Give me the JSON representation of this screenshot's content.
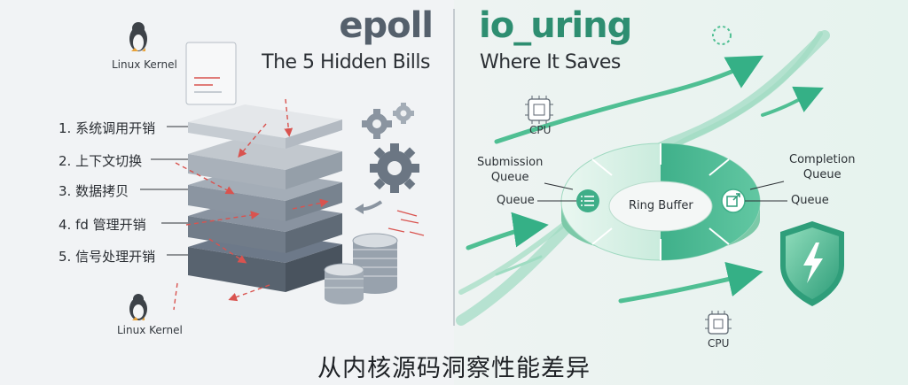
{
  "left_panel": {
    "title": "epoll",
    "subtitle": "The 5 Hidden Bills",
    "kernel_label_top": "Linux Kernel",
    "kernel_label_bottom": "Linux Kernel",
    "bills": [
      "1. 系统调用开销",
      "2. 上下文切换",
      "3. 数据拷贝",
      "4. fd 管理开销",
      "5. 信号处理开销"
    ],
    "icons": [
      "penguin-icon",
      "document-icon",
      "gear-icon",
      "coin-stack-icon",
      "cycle-arrow-icon"
    ]
  },
  "right_panel": {
    "title": "io_uring",
    "subtitle": "Where It Saves",
    "cpu_label_top": "CPU",
    "cpu_label_bottom": "CPU",
    "submission_queue": "Submission\nQueue",
    "completion_queue": "Completion\nQueue",
    "left_queue": "Queue",
    "right_queue": "Queue",
    "ring_label": "Ring Buffer",
    "icons": [
      "cpu-chip-icon",
      "list-icon",
      "export-icon",
      "shield-bolt-icon",
      "sparkle-icon"
    ]
  },
  "caption": "从内核源码洞察性能差异",
  "colors": {
    "green": "#2f9e7a",
    "light_green": "#bfe8d6",
    "slate": "#5f6b7a",
    "red_arrow": "#d9534f"
  }
}
